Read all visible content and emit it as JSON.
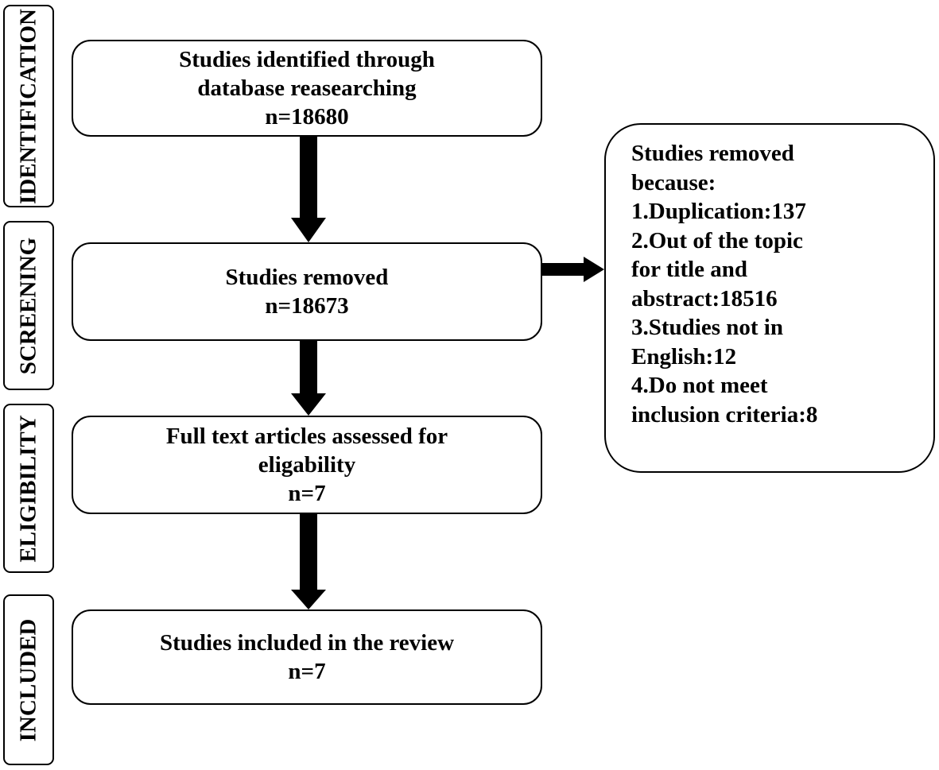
{
  "stages": {
    "identification": "IDENTIFICATION",
    "screening": "SCREENING",
    "eligibility": "ELIGIBILITY",
    "included": "INCLUDED"
  },
  "boxes": {
    "identified": {
      "line1": "Studies identified through",
      "line2": "database reasearching",
      "count": "n=18680"
    },
    "screened": {
      "line1": "Studies removed",
      "count": "n=18673"
    },
    "eligibility": {
      "line1": "Full text articles assessed for",
      "line2": "eligability",
      "count": "n=7"
    },
    "included": {
      "line1": "Studies included in the review",
      "count": "n=7"
    }
  },
  "exclusions": {
    "lines": [
      "Studies removed",
      "because:",
      "1.Duplication:137",
      "2.Out of the topic",
      "for title and",
      "abstract:18516",
      "3.Studies not in",
      "English:12",
      "4.Do not meet",
      "inclusion criteria:8"
    ]
  }
}
